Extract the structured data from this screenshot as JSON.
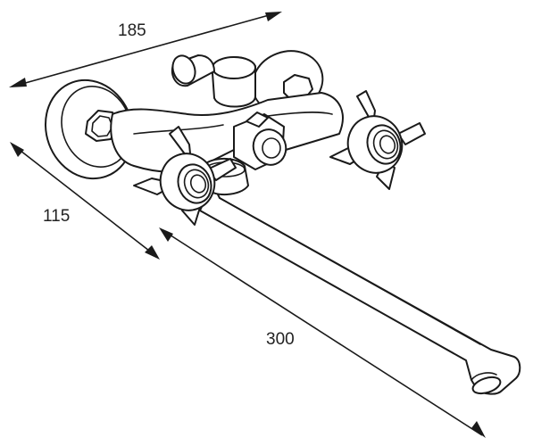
{
  "dimensions": {
    "width_label": "185",
    "depth_label": "115",
    "spout_label": "300"
  },
  "colors": {
    "line": "#1a1a1a",
    "background": "#ffffff",
    "text": "#222222"
  }
}
